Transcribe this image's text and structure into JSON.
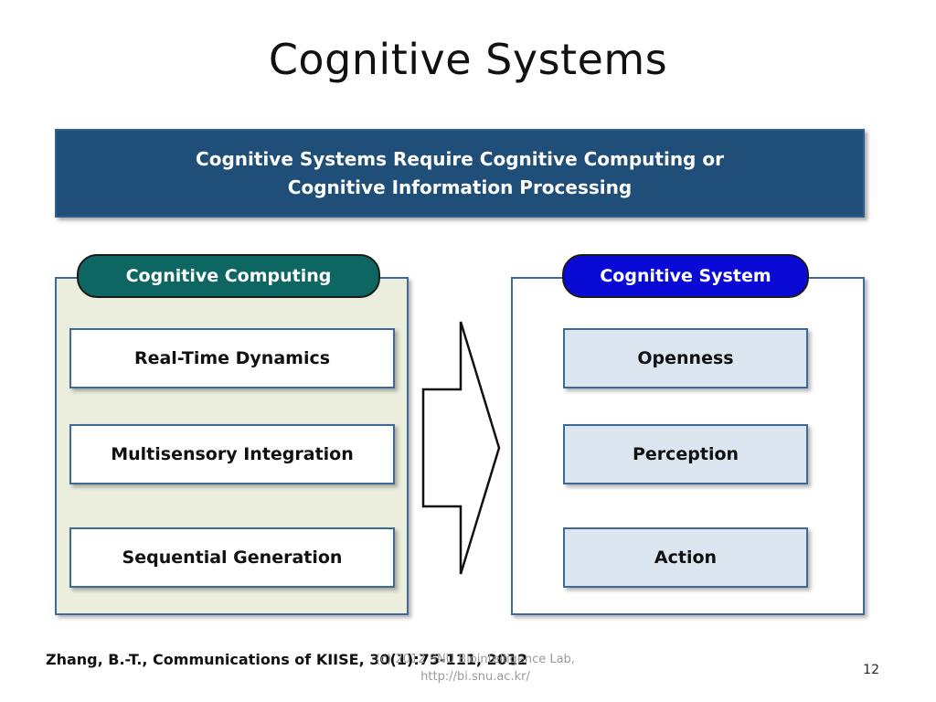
{
  "slide": {
    "title": "Cognitive Systems",
    "banner_line1": "Cognitive Systems Require Cognitive Computing or",
    "banner_line2": "Cognitive Information Processing",
    "left_header": "Cognitive Computing",
    "right_header": "Cognitive System",
    "left_items": [
      "Real-Time Dynamics",
      "Multisensory Integration",
      "Sequential Generation"
    ],
    "right_items": [
      "Openness",
      "Perception",
      "Action"
    ],
    "citation": "Zhang, B.-T., Communications of KIISE, 30(1):75-111, 2012",
    "footer_line1": "(c) 2012 SNU Biointelligence Lab,",
    "footer_line2": "http://bi.snu.ac.kr/",
    "page_number": "12"
  },
  "colors": {
    "banner": "#1f4e79",
    "left_pill": "#0e6662",
    "right_pill": "#0a0ad6",
    "left_panel": "#ebeedd",
    "right_item": "#dce6f1",
    "border": "#3d6a96"
  }
}
